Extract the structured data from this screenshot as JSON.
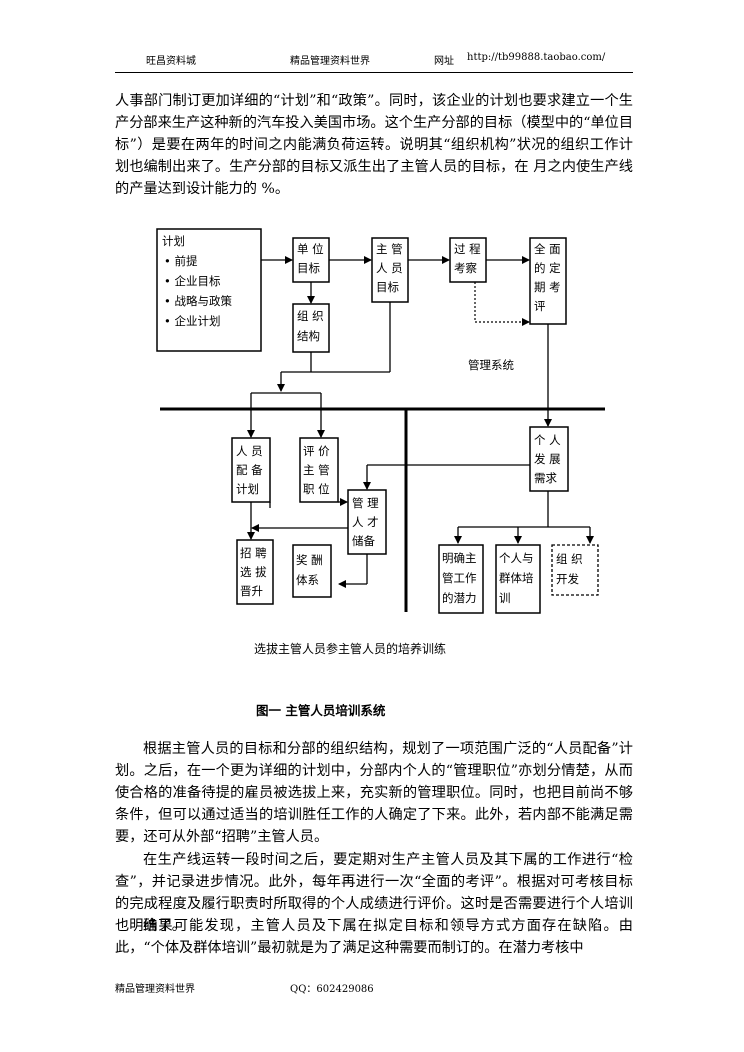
{
  "header": {
    "left": "旺昌资料城",
    "center": "精品管理资料世界",
    "url_label": "网址",
    "url": "http://tb99888.taobao.com/"
  },
  "paragraph1": "人事部门制订更加详细的“计划”和“政策”。同时，该企业的计划也要求建立一个生产分部来生产这种新的汽车投入美国市场。这个生产分部的目标（模型中的“单位目标”）是要在两年的时间之内能满负荷运转。说明其“组织机构”状况的组织工作计划也编制出来了。生产分部的目标又派生出了主管人员的目标，在 月之内使生产线的产量达到设计能力的 %。",
  "diagram": {
    "plan_box": {
      "title": "计划",
      "items": [
        "• 前提",
        "• 企业目标",
        "• 战略与政策",
        "• 企业计划"
      ]
    },
    "unit_goal": [
      "单 位",
      "目标"
    ],
    "manager_goal": [
      "主 管",
      "人 员",
      "目标"
    ],
    "process_review": [
      "过 程",
      "考察"
    ],
    "full_review": [
      "全 面",
      "的 定",
      "期 考",
      "评"
    ],
    "org_structure": [
      "组 织",
      "结构"
    ],
    "management_system": "管理系统",
    "staffing_plan": [
      "人 员",
      "配 备",
      "计划"
    ],
    "evaluate_positions": [
      "评  价",
      "主  管",
      "职  位"
    ],
    "talent_reserve": [
      "管 理",
      "人 才",
      "储备"
    ],
    "personal_needs": [
      "个 人",
      "发 展",
      "需求"
    ],
    "recruit": [
      "招 聘",
      "选 拔",
      "晋升"
    ],
    "rewards": [
      "奖 酬",
      "体系"
    ],
    "clarify_potential": [
      "明确主",
      "管工作",
      "的潜力"
    ],
    "group_training": [
      "个人与",
      "群体培",
      "训"
    ],
    "org_development": [
      "组 织",
      "开发"
    ]
  },
  "caption": "选拔主管人员参主管人员的培养训练",
  "figure_title": "图一  主管人员培训系统",
  "paragraph2": "根据主管人员的目标和分部的组织结构，规划了一项范围广泛的“人员配备”计划。之后，在一个更为详细的计划中，分部内个人的“管理职位”亦划分情楚，从而使合格的准备待提的雇员被选拔上来，充实新的管理职位。同时，也把目前尚不够条件，但可以通过适当的培训胜任工作的人确定了下来。此外，若内部不能满足需要，还可从外部“招聘”主管人员。",
  "paragraph3": "在生产线运转一段时间之后，要定期对生产主管人员及其下属的工作进行“检查”，并记录进步情况。此外，每年再进行一次“全面的考评”。根据对可考核目标的完成程度及履行职责时所取得的个人成绩进行评价。这时是否需要进行个人培训也明确了。",
  "paragraph4": "结果可能发现，主管人员及下属在拟定目标和领导方式方面存在缺陷。由此，“个体及群体培训”最初就是为了满足这种需要而制订的。在潜力考核中",
  "footer": {
    "left": "精品管理资料世界",
    "qq": "QQ：602429086"
  }
}
